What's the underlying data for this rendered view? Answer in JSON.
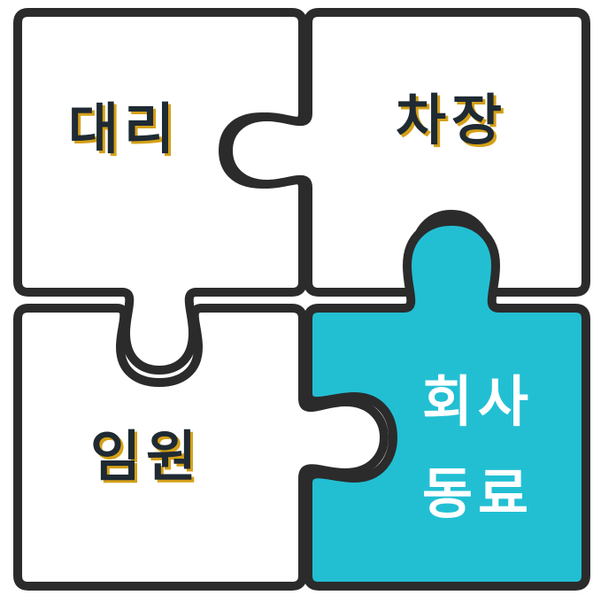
{
  "pieces": {
    "top_left": {
      "label": "대리",
      "fill": "#ffffff",
      "text_color": "#1f2a33",
      "shadow_color": "#d4a017"
    },
    "top_right": {
      "label": "차장",
      "fill": "#ffffff",
      "text_color": "#1f2a33",
      "shadow_color": "#d4a017"
    },
    "bottom_left": {
      "label": "임원",
      "fill": "#ffffff",
      "text_color": "#1f2a33",
      "shadow_color": "#d4a017"
    },
    "bottom_right": {
      "line1": "회사",
      "line2": "동료",
      "fill": "#22bfd3",
      "text_color": "#ffffff"
    }
  },
  "colors": {
    "outline": "#2b2b2b",
    "background": "#ffffff"
  }
}
